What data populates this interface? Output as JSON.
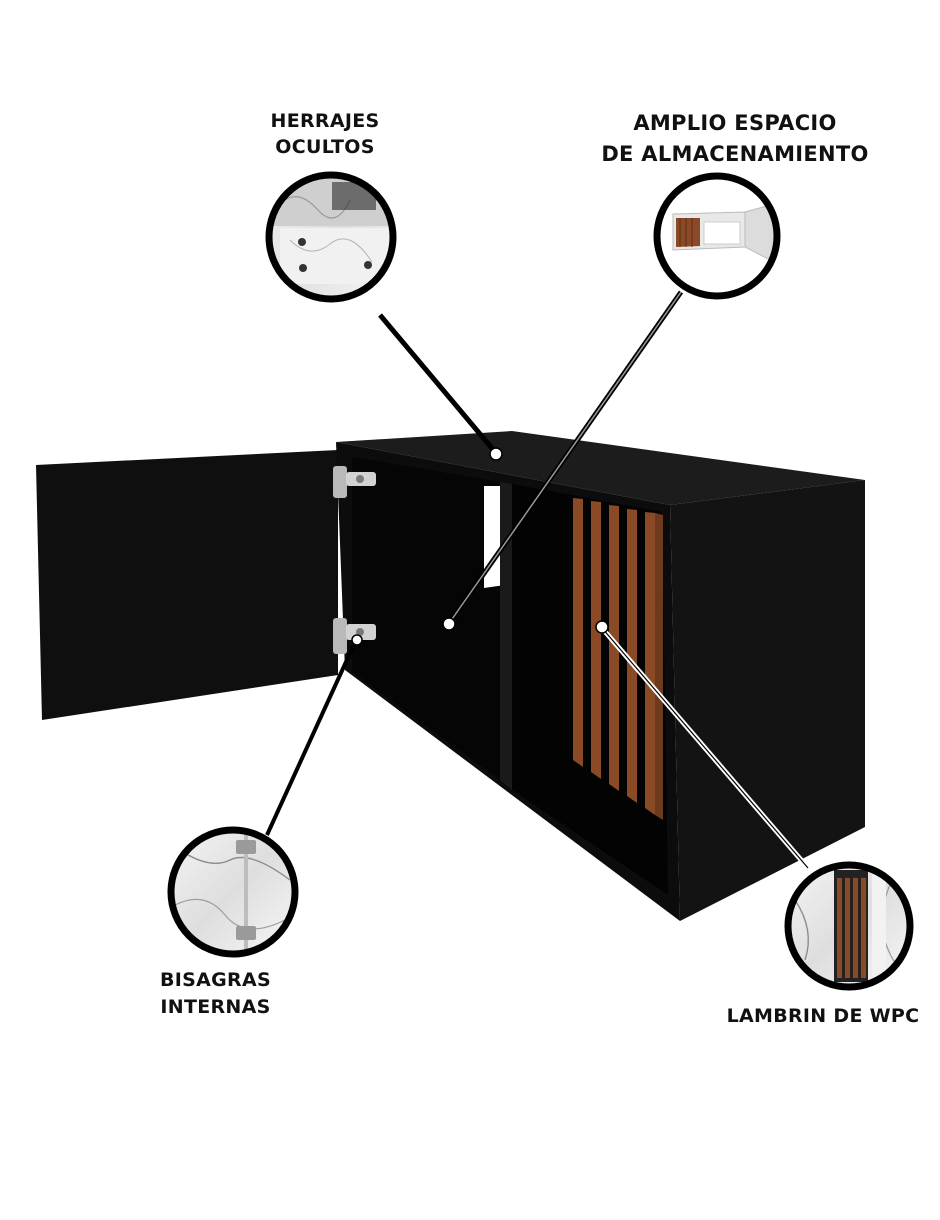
{
  "features": {
    "herrajes": {
      "line1": "HERRAJES",
      "line2": "OCULTOS"
    },
    "amplio": {
      "line1": "AMPLIO ESPACIO",
      "line2": "DE ALMACENAMIENTO"
    },
    "bisagras": {
      "line1": "BISAGRAS",
      "line2": "INTERNAS"
    },
    "lambrin": {
      "line1": "LAMBRIN DE WPC"
    }
  },
  "colors": {
    "cabinet": "#111111",
    "cabinet_top": "#1c1c1c",
    "wood_slats": "#8a4a26",
    "callout_ring": "#000000",
    "leader_line": "#000000"
  }
}
